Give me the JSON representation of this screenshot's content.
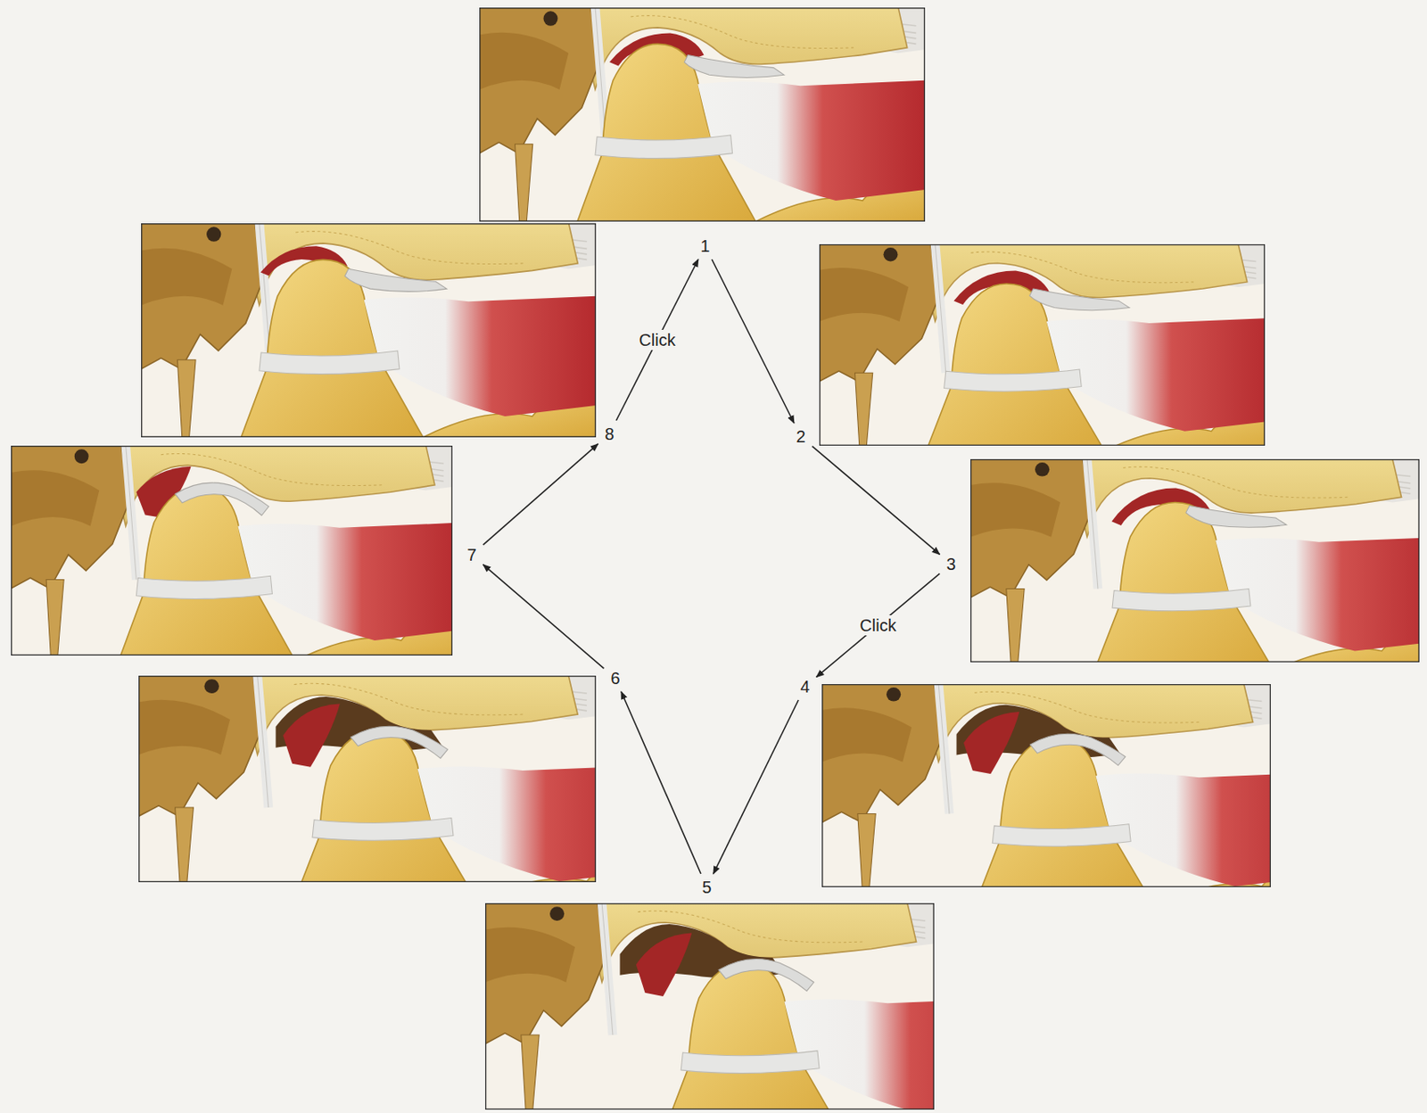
{
  "diagram": {
    "nodes": [
      {
        "text": [
          "1"
        ]
      },
      {
        "text": [
          "2"
        ]
      },
      {
        "text": [
          "3"
        ]
      },
      {
        "text": [
          "4"
        ]
      },
      {
        "text": [
          "5"
        ]
      },
      {
        "text": [
          "6"
        ]
      },
      {
        "text": [
          "7"
        ]
      },
      {
        "text": [
          "8"
        ]
      }
    ],
    "edges": [
      {
        "from": 0,
        "to": 1,
        "arrow": "to"
      },
      {
        "from": 1,
        "to": 2,
        "arrow": "to"
      },
      {
        "from": 2,
        "to": 3,
        "label": "Click",
        "arrow": "to"
      },
      {
        "from": 3,
        "to": 4,
        "arrow": "to"
      },
      {
        "from": 4,
        "to": 5,
        "arrow": "to"
      },
      {
        "from": 5,
        "to": 6,
        "arrow": "to"
      },
      {
        "from": 6,
        "to": 7,
        "arrow": "to"
      },
      {
        "from": 7,
        "to": 0,
        "label": "Click",
        "arrow": "to"
      }
    ]
  }
}
